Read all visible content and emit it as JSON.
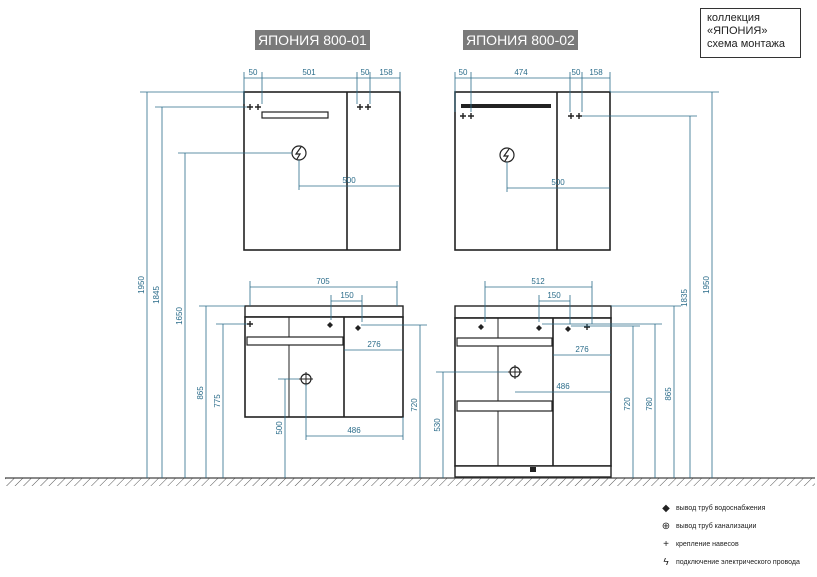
{
  "header": {
    "lines": [
      "коллекция",
      "«ЯПОНИЯ»",
      "схема монтажа"
    ]
  },
  "models": [
    {
      "label": "ЯПОНИЯ 800-01",
      "mirror": {
        "top_dims": [
          "50",
          "501",
          "50",
          "158"
        ],
        "inner_dim": "500"
      },
      "cabinet": {
        "top_dims": [
          "705",
          "150"
        ],
        "dims": [
          "276",
          "486"
        ]
      },
      "heights": [
        "1950",
        "1845",
        "1650",
        "865",
        "775",
        "500",
        "720"
      ]
    },
    {
      "label": "ЯПОНИЯ 800-02",
      "mirror": {
        "top_dims": [
          "50",
          "474",
          "50",
          "158"
        ],
        "inner_dim": "500"
      },
      "cabinet": {
        "top_dims": [
          "512",
          "150"
        ],
        "dims": [
          "276",
          "486"
        ]
      },
      "heights": [
        "530",
        "720",
        "780",
        "865",
        "1835",
        "1950"
      ]
    }
  ],
  "legend": [
    {
      "symbol": "water-supply",
      "glyph": "◆",
      "text": "вывод труб водоснабжения"
    },
    {
      "symbol": "sewer",
      "glyph": "⊕",
      "text": "вывод труб канализации"
    },
    {
      "symbol": "mount",
      "glyph": "+",
      "text": "крепление навесов"
    },
    {
      "symbol": "electric",
      "glyph": "ϟ",
      "text": "подключение электрического провода"
    }
  ],
  "colors": {
    "dim": "#2b6c8a",
    "line": "#222222",
    "label_bg": "#7a7a7a",
    "ground": "#444444"
  }
}
